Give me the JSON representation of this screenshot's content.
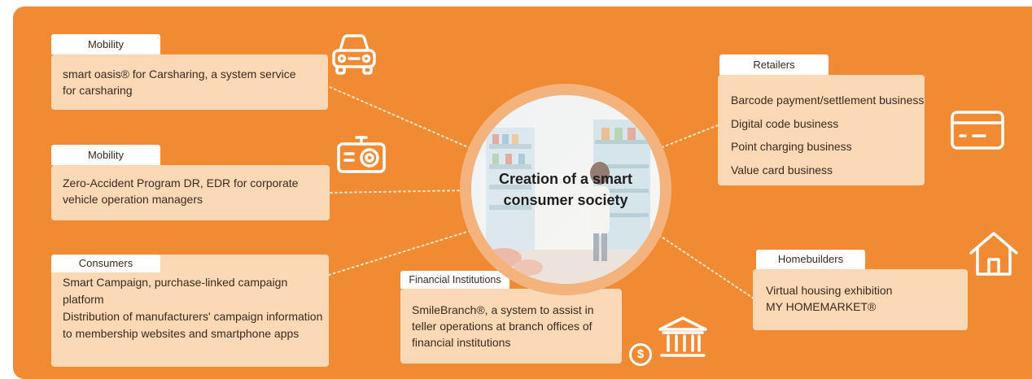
{
  "center": {
    "title_line1": "Creation of a smart",
    "title_line2": "consumer society"
  },
  "nodes": {
    "mobility_carsharing": {
      "category": "Mobility",
      "lines": [
        "smart oasis® for Carsharing, a system service",
        "for carsharing"
      ],
      "icon": "car-icon"
    },
    "mobility_dashcam": {
      "category": "Mobility",
      "lines": [
        "Zero-Accident Program DR, EDR for corporate",
        "vehicle operation managers"
      ],
      "icon": "dashcam-icon"
    },
    "consumers": {
      "category": "Consumers",
      "lines": [
        "Smart Campaign, purchase-linked campaign platform",
        "Distribution of manufacturers' campaign information",
        "to membership websites and smartphone apps"
      ]
    },
    "financial": {
      "category": "Financial Institutions",
      "lines": [
        "SmileBranch®, a system to assist in",
        "teller operations at branch offices of",
        "financial institutions"
      ],
      "icon": "bank-icon",
      "coin_symbol": "$"
    },
    "retailers": {
      "category": "Retailers",
      "lines": [
        "Barcode payment/settlement business",
        "Digital code business",
        "Point charging business",
        "Value card business"
      ],
      "icon": "card-icon"
    },
    "homebuilders": {
      "category": "Homebuilders",
      "lines": [
        "Virtual housing exhibition",
        "MY HOMEMARKET®"
      ],
      "icon": "house-icon"
    }
  },
  "colors": {
    "background": "#f08a33",
    "box": "#fbd9b7",
    "tab": "#ffffff",
    "hub_ring": "#f4b27c"
  }
}
